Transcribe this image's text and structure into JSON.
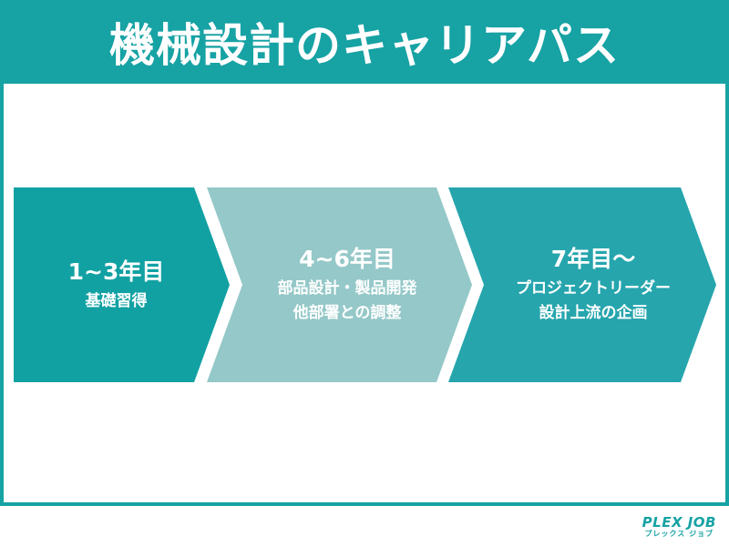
{
  "title": "機械設計のキャリアパス",
  "colors": {
    "frame": "#17a2a4",
    "step1": "#12a1a3",
    "step2": "#95c8c8",
    "step3": "#26a5ad",
    "text": "#ffffff"
  },
  "steps": [
    {
      "heading": "1~3年目",
      "lines": [
        "基礎習得"
      ]
    },
    {
      "heading": "4~6年目",
      "lines": [
        "部品設計・製品開発",
        "他部署との調整"
      ]
    },
    {
      "heading": "7年目〜",
      "lines": [
        "プロジェクトリーダー",
        "設計上流の企画"
      ]
    }
  ],
  "logo": {
    "main": "PLEX JOB",
    "sub": "プレックス ジョブ"
  }
}
